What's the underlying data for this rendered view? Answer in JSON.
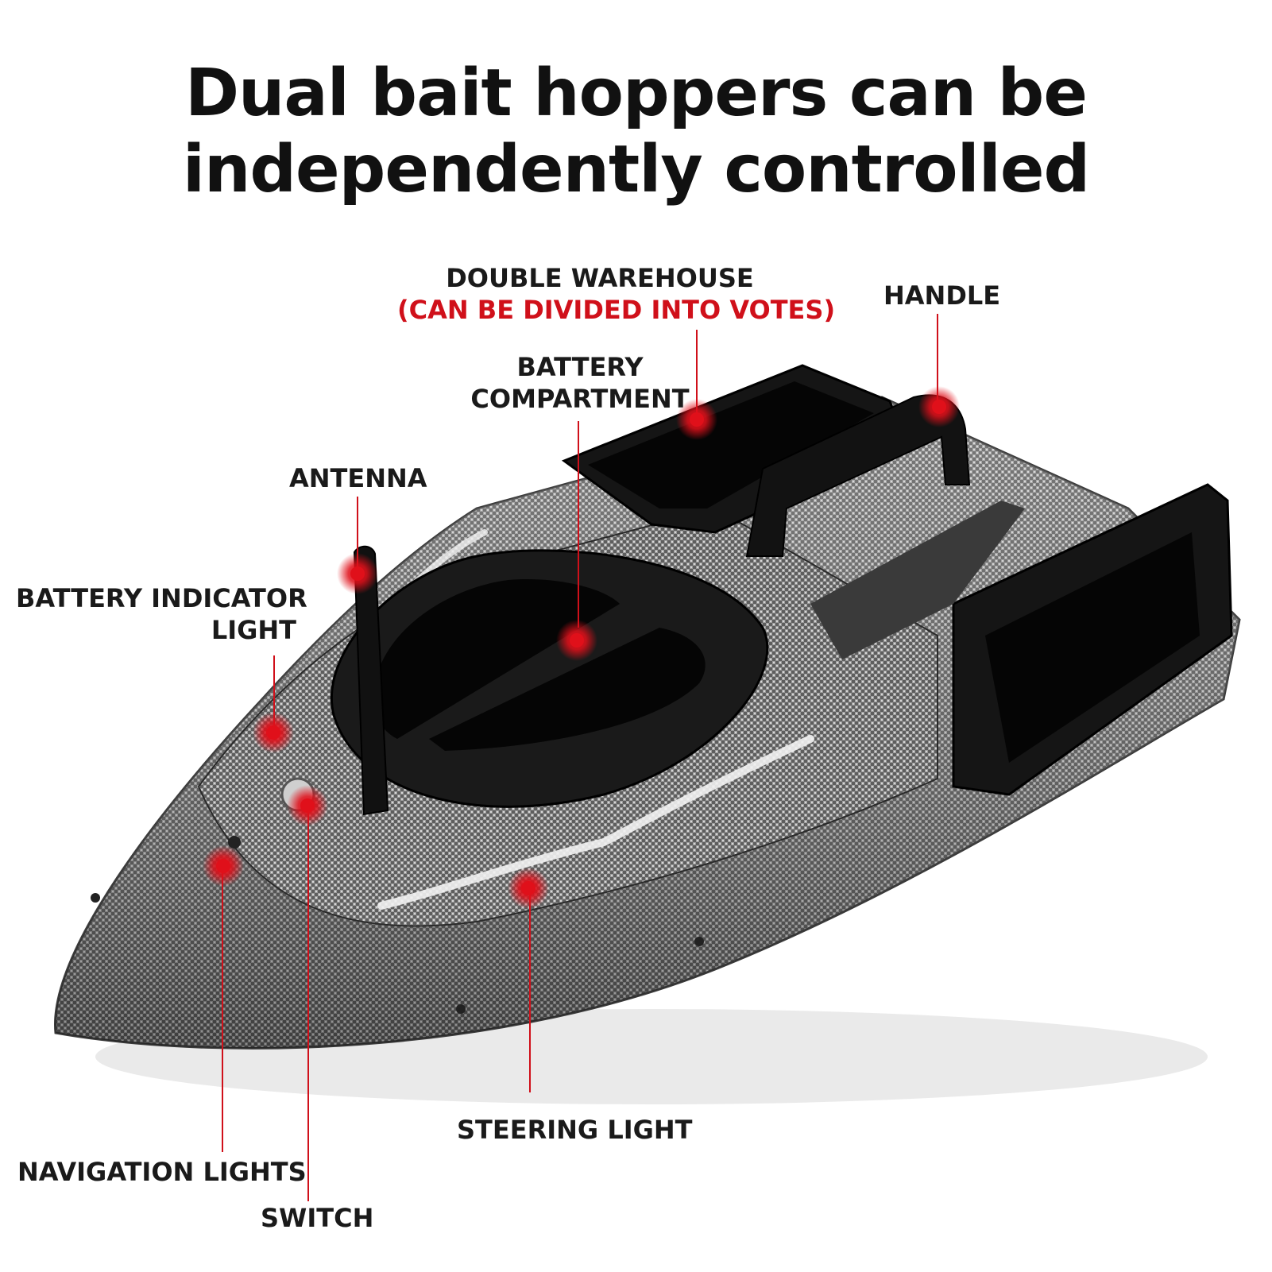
{
  "headline": {
    "line1": "Dual bait hoppers can be",
    "line2": "independently controlled"
  },
  "callouts": {
    "double_warehouse": "DOUBLE WAREHOUSE",
    "double_warehouse_note": "(CAN BE DIVIDED INTO VOTES)",
    "handle": "HANDLE",
    "battery_compartment_1": "BATTERY",
    "battery_compartment_2": "COMPARTMENT",
    "antenna": "ANTENNA",
    "battery_indicator_1": "BATTERY INDICATOR",
    "battery_indicator_2": "LIGHT",
    "steering_light": "STEERING LIGHT",
    "navigation_lights": "NAVIGATION LIGHTS",
    "switch": "SWITCH"
  },
  "colors": {
    "accent_red": "#d0101a",
    "hull_gray": "#8a8a8a",
    "hopper_black": "#151515"
  }
}
